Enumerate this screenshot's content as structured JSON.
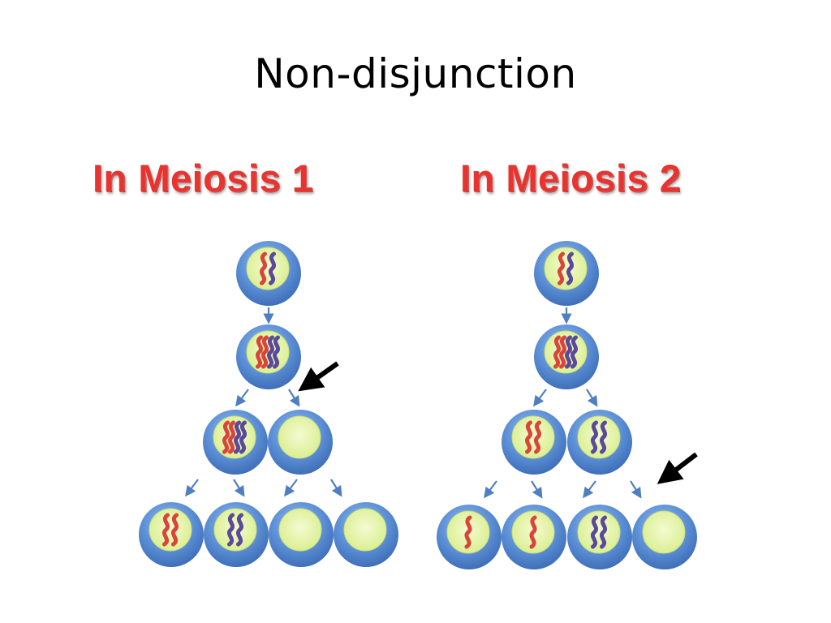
{
  "slide": {
    "title": "Non-disjunction"
  },
  "panels": [
    {
      "title": "In Meiosis 1"
    },
    {
      "title": "In Meiosis 2"
    }
  ],
  "colors": {
    "title_red": "#e8332f",
    "cell_blue": "#5b8fd6",
    "nucleus_green": "#e4f5a8",
    "chromosome_red": "#d9453b",
    "chromosome_purple": "#5b4a9a",
    "arrow_blue": "#4f7fc0",
    "pointer_black": "#000000"
  }
}
